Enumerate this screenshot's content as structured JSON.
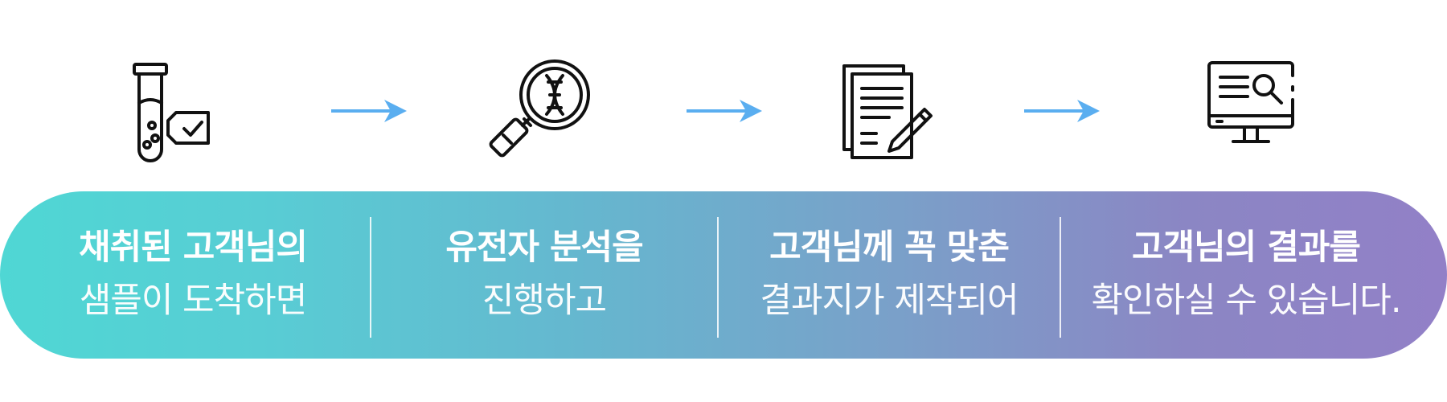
{
  "steps": [
    {
      "icon": "test-tube-check-icon",
      "title": "채취된 고객님의",
      "desc": "샘플이 도착하면"
    },
    {
      "icon": "dna-magnifier-icon",
      "title": "유전자 분석을",
      "desc": "진행하고"
    },
    {
      "icon": "document-pen-icon",
      "title": "고객님께 꼭 맞춘",
      "desc": "결과지가 제작되어"
    },
    {
      "icon": "monitor-search-icon",
      "title": "고객님의 결과를",
      "desc": "확인하실 수 있습니다."
    }
  ],
  "colors": {
    "arrow": "#5aaef0",
    "icon_stroke": "#111111",
    "gradient_start": "#4fd7d4",
    "gradient_end": "#9280c7",
    "text": "#ffffff"
  }
}
